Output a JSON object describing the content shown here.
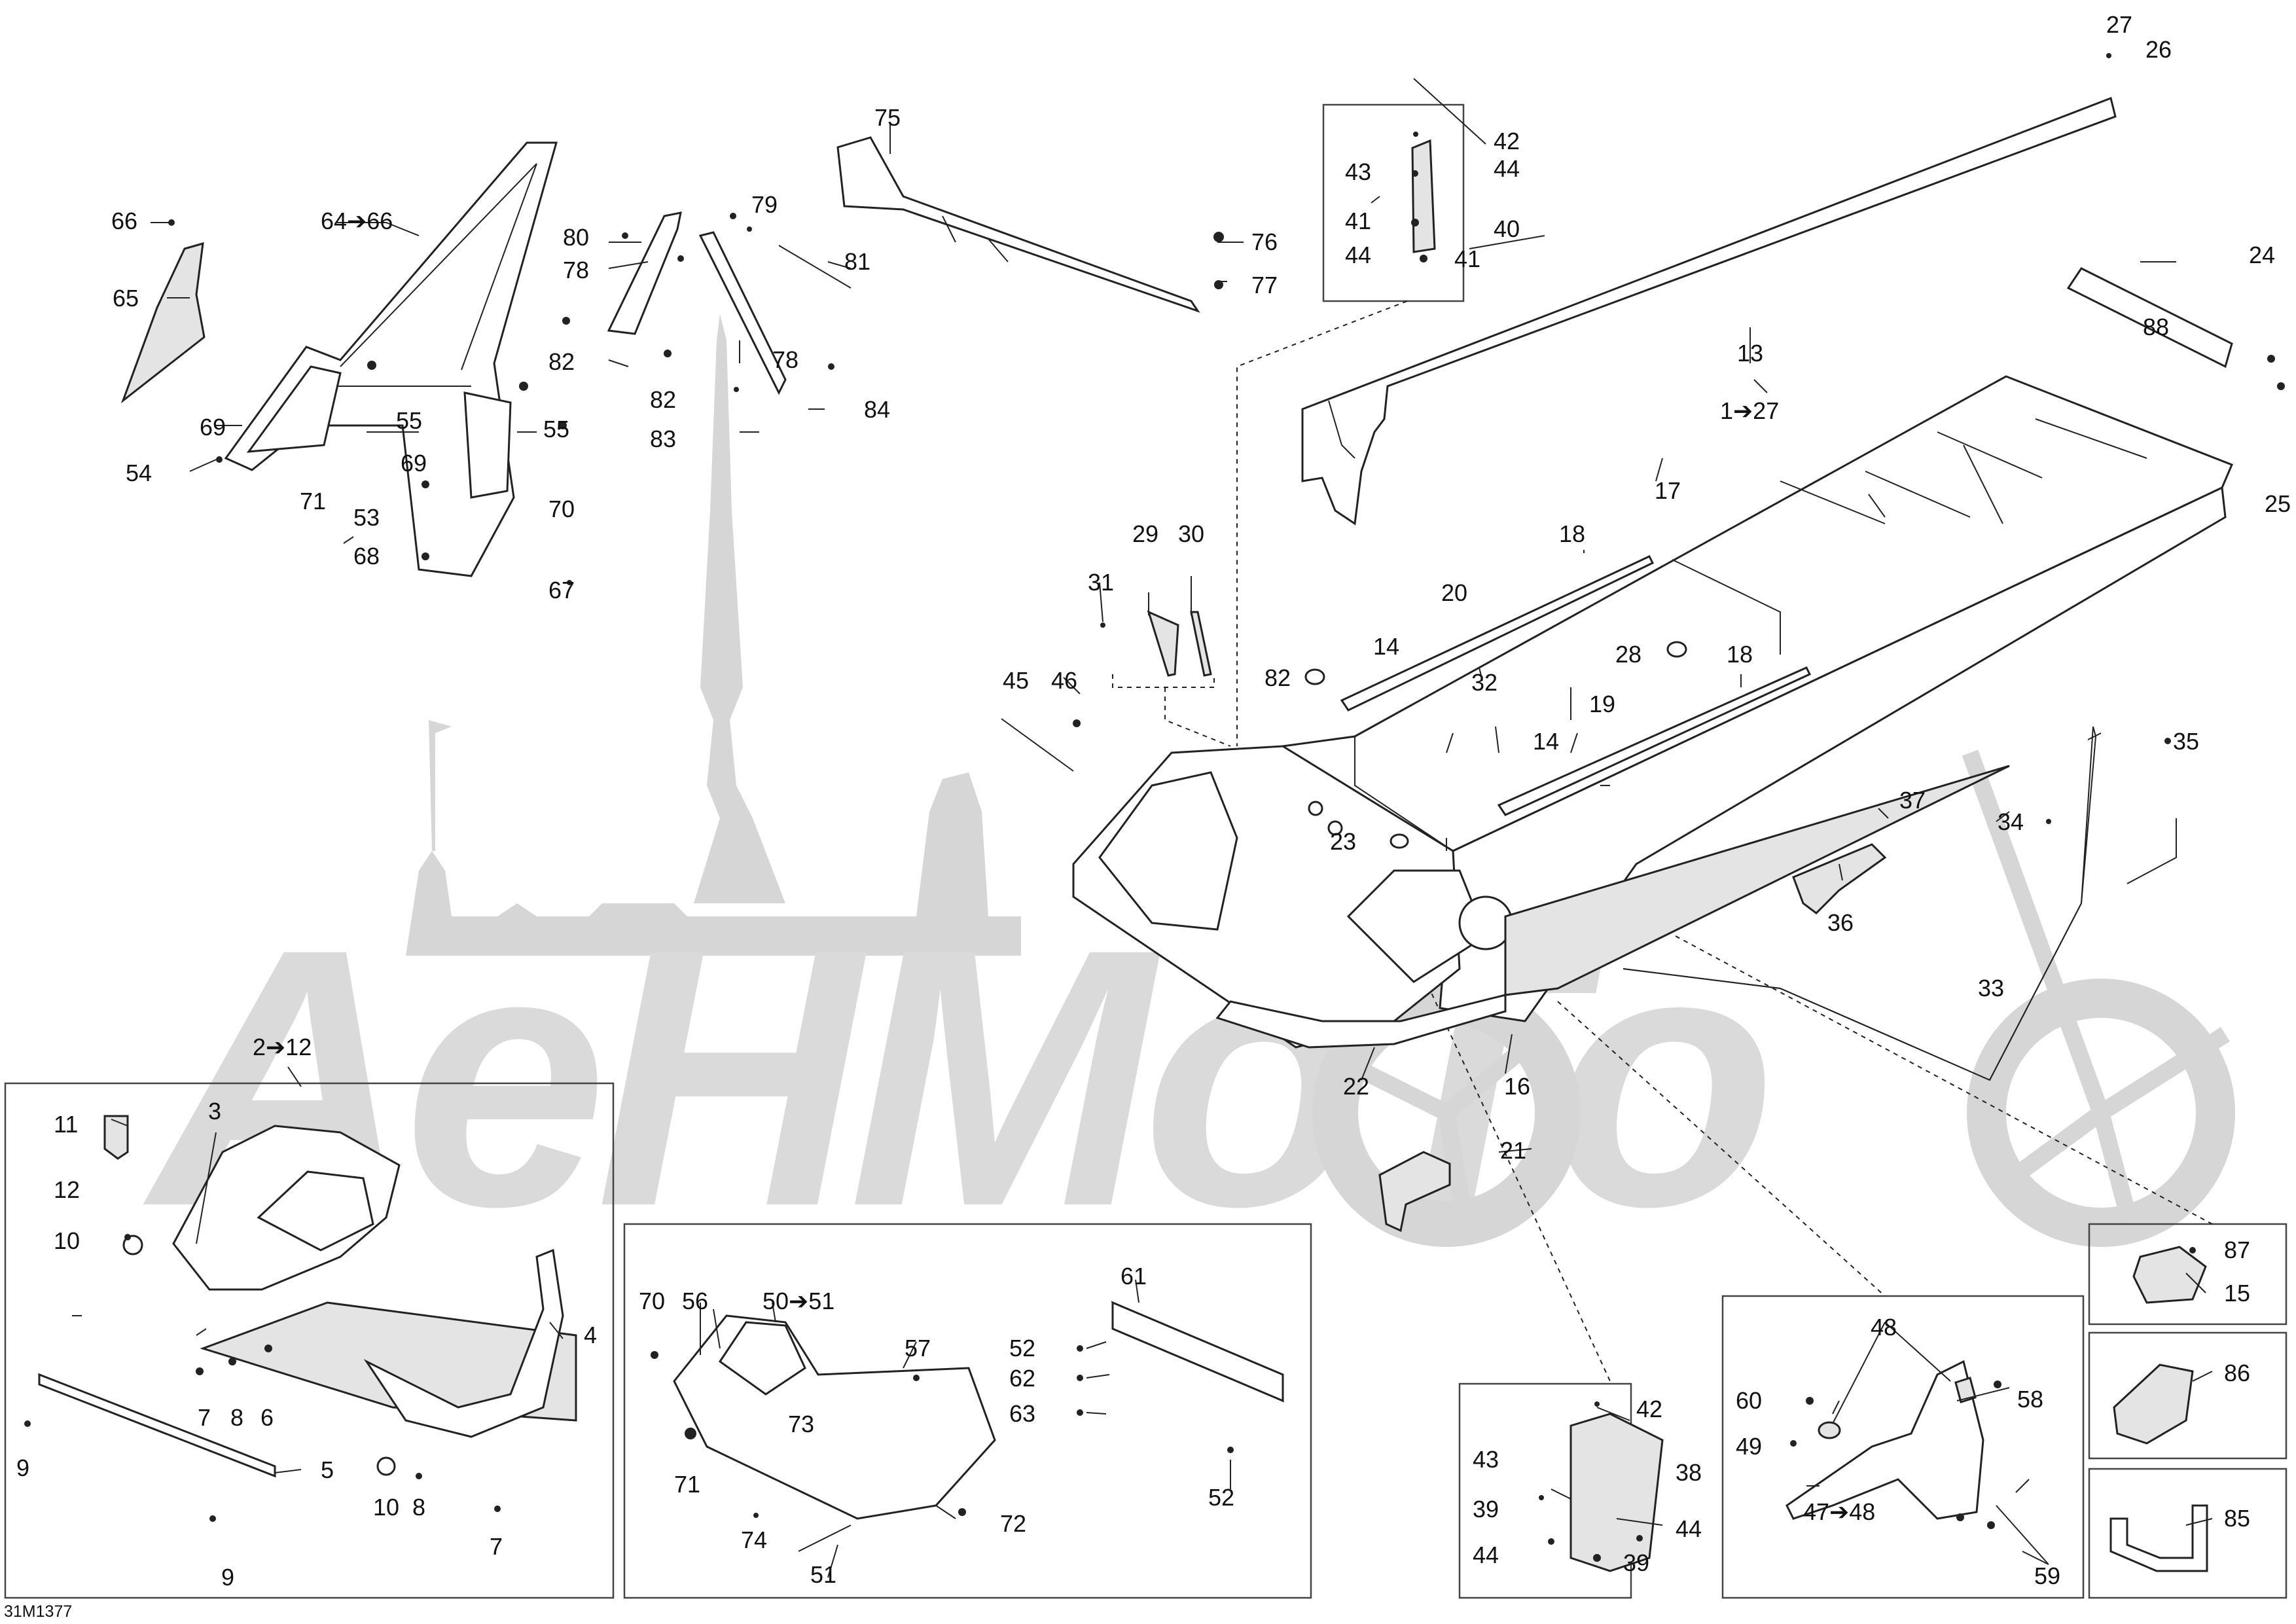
{
  "diagram_code": "31M1377",
  "watermark_text": "AeHMoTo",
  "callouts": {
    "c2_12": "2➔12",
    "c3": "3",
    "c4": "4",
    "c5": "5",
    "c6": "6",
    "c7a": "7",
    "c7b": "7",
    "c8a": "8",
    "c8b": "8",
    "c9a": "9",
    "c9b": "9",
    "c10a": "10",
    "c10b": "10",
    "c11": "11",
    "c12": "12",
    "c13": "13",
    "c14a": "14",
    "c14b": "14",
    "c15": "15",
    "c16": "16",
    "c17": "17",
    "c18a": "18",
    "c18b": "18",
    "c19": "19",
    "c20": "20",
    "c21": "21",
    "c22": "22",
    "c23": "23",
    "c24": "24",
    "c25": "25",
    "c26": "26",
    "c27": "27",
    "c28": "28",
    "c29": "29",
    "c30": "30",
    "c31": "31",
    "c32": "32",
    "c33": "33",
    "c34": "34",
    "c35": "35",
    "c36": "36",
    "c37": "37",
    "c38": "38",
    "c39a": "39",
    "c39b": "39",
    "c40": "40",
    "c41a": "41",
    "c41b": "41",
    "c42a": "42",
    "c42b": "42",
    "c43a": "43",
    "c43b": "43",
    "c44a": "44",
    "c44b": "44",
    "c44c": "44",
    "c44d": "44",
    "c45": "45",
    "c46": "46",
    "c47_48": "47➔48",
    "c48": "48",
    "c49": "49",
    "c50_51": "50➔51",
    "c51": "51",
    "c52a": "52",
    "c52b": "52",
    "c53": "53",
    "c54": "54",
    "c55a": "55",
    "c55b": "55",
    "c56": "56",
    "c57": "57",
    "c58": "58",
    "c59": "59",
    "c60": "60",
    "c61": "61",
    "c62": "62",
    "c63": "63",
    "c64_66": "64➔66",
    "c65": "65",
    "c66": "66",
    "c67": "67",
    "c68": "68",
    "c69a": "69",
    "c69b": "69",
    "c70a": "70",
    "c70b": "70",
    "c71a": "71",
    "c71b": "71",
    "c72": "72",
    "c73": "73",
    "c74": "74",
    "c75": "75",
    "c76": "76",
    "c77": "77",
    "c78a": "78",
    "c78b": "78",
    "c79": "79",
    "c80": "80",
    "c81": "81",
    "c82a": "82",
    "c82b": "82",
    "c82c": "82",
    "c83": "83",
    "c84": "84",
    "c85": "85",
    "c86": "86",
    "c87": "87",
    "c88": "88",
    "c1_27": "1➔27"
  }
}
